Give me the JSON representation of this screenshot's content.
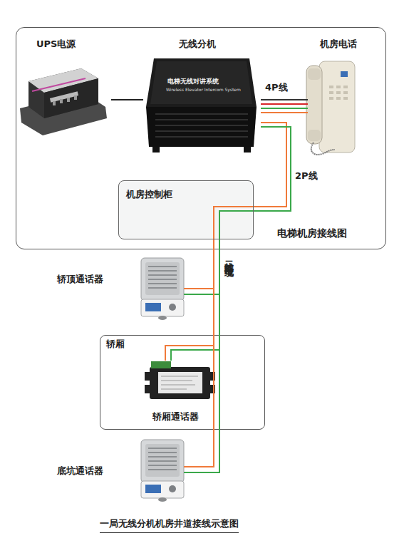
{
  "diagram": {
    "caption": "一局无线分机机房井道接线示意图",
    "nodes": [
      {
        "text": [
          "电梯机房接线图"
        ]
      },
      {
        "text": [
          "UPS电源"
        ],
        "in": 0
      },
      {
        "text": [
          "无线分机",
          "电梯无线对讲系统",
          "Wireless Elevator Intercom System"
        ],
        "in": 0
      },
      {
        "text": [
          "机房电话"
        ],
        "in": 0
      },
      {
        "text": [
          "机房控制柜"
        ],
        "in": 0
      },
      {
        "text": [
          "轿顶通话器"
        ]
      },
      {
        "text": [
          "轿厢"
        ]
      },
      {
        "text": [
          "轿厢通话器"
        ],
        "in": 6
      },
      {
        "text": [
          "底坑通话器"
        ]
      }
    ],
    "edges": [
      {
        "from": 1,
        "to": 2,
        "arrow": "none"
      },
      {
        "from": 2,
        "to": 3,
        "label": "4P线",
        "arrow": "none"
      },
      {
        "from": 2,
        "to": 4,
        "label": "2P线",
        "arrow": "none"
      },
      {
        "from": 4,
        "to": 5,
        "arrow": "none"
      },
      {
        "from": 4,
        "to": 7,
        "label": "二线随行电缆",
        "arrow": "none"
      },
      {
        "from": 4,
        "to": 8,
        "arrow": "none"
      }
    ]
  }
}
